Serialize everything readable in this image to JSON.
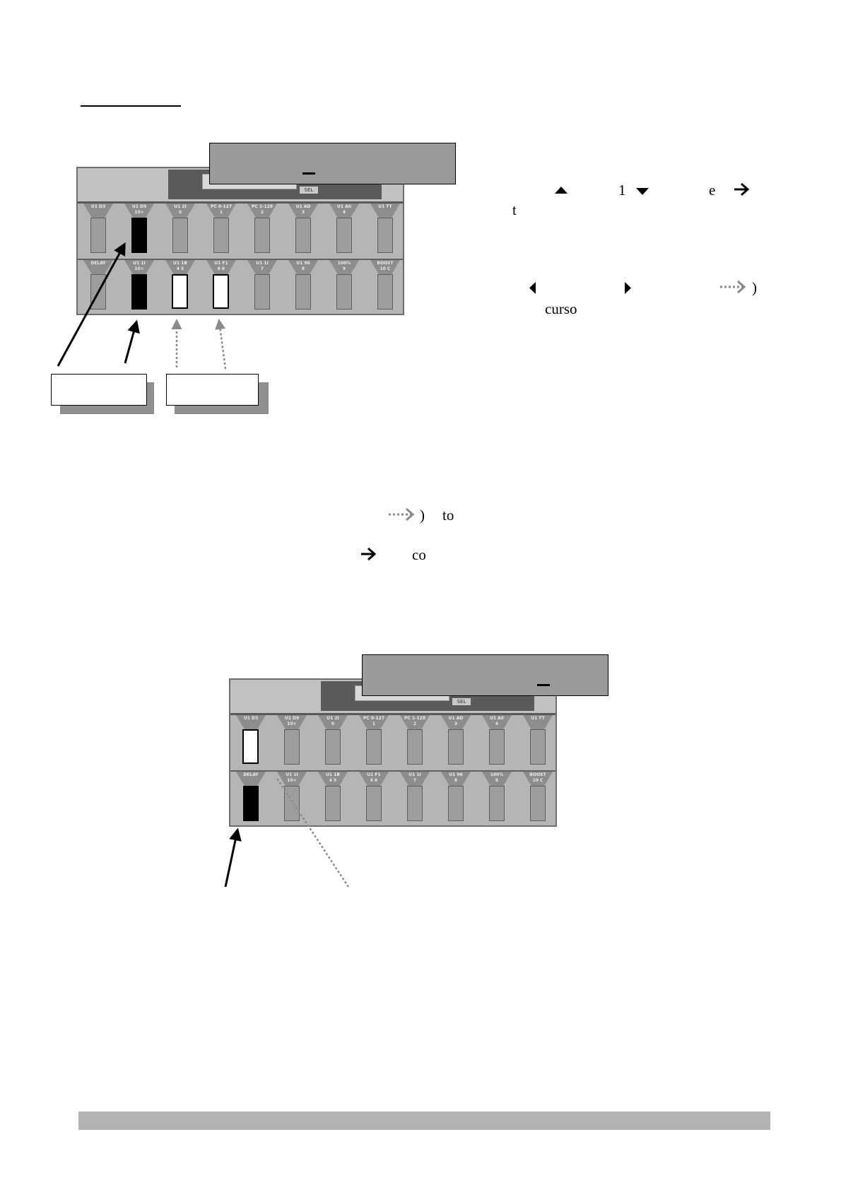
{
  "heading": {
    "underline": true
  },
  "figure1": {
    "pedal_row1_labels": [
      "U1 D3",
      "U1 D9",
      "U1 2I",
      "PC 0-127",
      "PC 1-128",
      "U1 AD",
      "U1 A0",
      "U1 TT"
    ],
    "pedal_row2_labels": [
      "DELAY",
      "U1 1I",
      "U1 1B",
      "U1 F1",
      "U1 1I",
      "U1 96",
      "100%",
      "BOOST"
    ],
    "pedal_sub_row1": [
      "",
      "10+",
      "0",
      "1",
      "2",
      "3",
      "4",
      ""
    ],
    "pedal_sub_row2": [
      "",
      "10+",
      "4 5",
      "6 6",
      "7",
      "8",
      "9",
      "10 C"
    ],
    "screen_tag": "SEL"
  },
  "figure2": {
    "pedal_row1_labels": [
      "U1 D3",
      "U1 D9",
      "U1 2I",
      "PC 0-127",
      "PC 1-128",
      "U1 AD",
      "U1 A0",
      "U1 TT"
    ],
    "pedal_row2_labels": [
      "DELAY",
      "U1 1I",
      "U1 1B",
      "U1 F1",
      "U1 1I",
      "U1 96",
      "100%",
      "BOOST"
    ],
    "pedal_sub_row1": [
      "",
      "10+",
      "0",
      "1",
      "2",
      "3",
      "4",
      ""
    ],
    "pedal_sub_row2": [
      "",
      "10+",
      "4 5",
      "6 6",
      "7",
      "8",
      "9",
      "10 C"
    ],
    "screen_tag": "SEL"
  },
  "right_text": {
    "line1_num": "1",
    "line1_e": "e",
    "line2_t": "t",
    "line3_paren": ")",
    "line4": "curso"
  },
  "mid_text": {
    "line1_paren": ")",
    "line1_to": "to",
    "line2_co": "co"
  },
  "colors": {
    "panel_bg": "#b5b5b5",
    "overlay_gray": "#9a9a9a",
    "dotted_arrow": "#8a8a8a",
    "footer_band": "#b3b3b3"
  }
}
